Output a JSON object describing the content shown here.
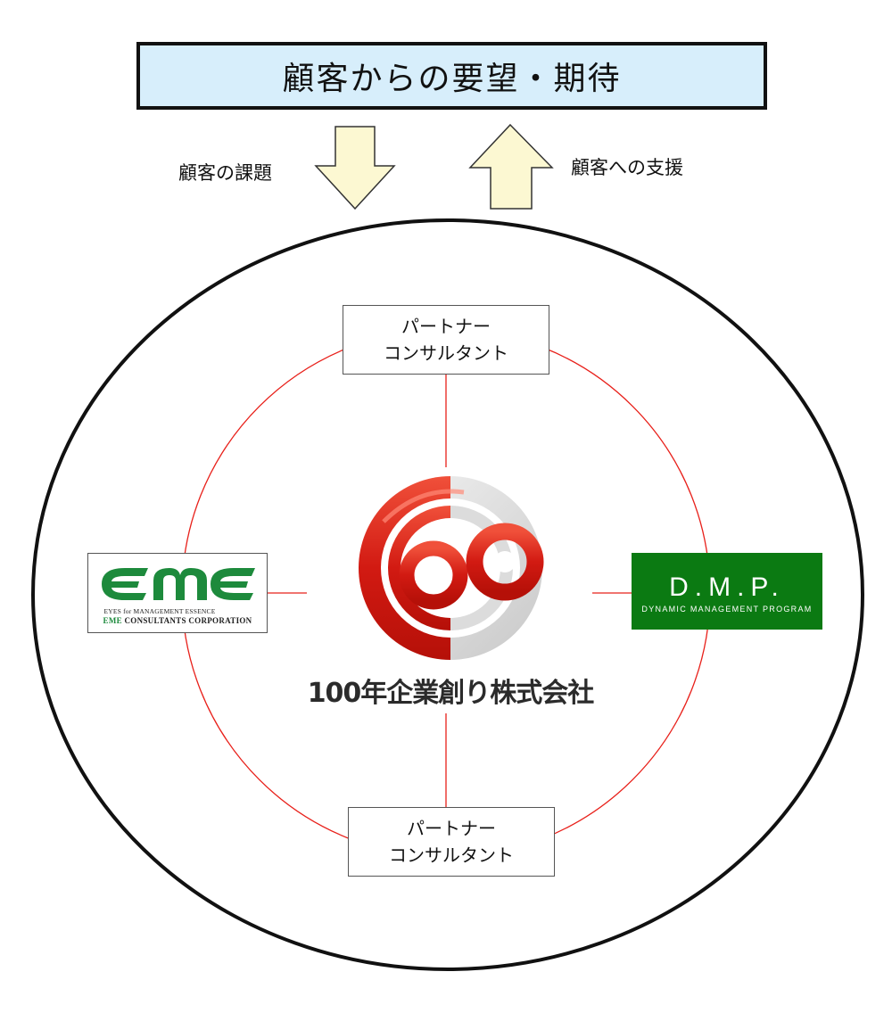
{
  "header": {
    "title": "顧客からの要望・期待"
  },
  "arrows": {
    "down_label": "顧客の課題",
    "up_label": "顧客への支援",
    "color": "#fcf8d2"
  },
  "partner_top": {
    "line1": "パートナー",
    "line2": "コンサルタント"
  },
  "partner_bottom": {
    "line1": "パートナー",
    "line2": "コンサルタント"
  },
  "eme": {
    "logo_text": "EME",
    "tagline": "EYES for MANAGEMENT ESSENCE",
    "company_prefix": "EME",
    "company_rest": " CONSULTANTS CORPORATION",
    "color": "#1d8a3c"
  },
  "dmp": {
    "title": "D.M.P.",
    "subtitle": "DYNAMIC MANAGEMENT PROGRAM",
    "color": "#0b7a12"
  },
  "center": {
    "company_name": "100年企業創り株式会社",
    "logo_colors": [
      "#d62418",
      "#e8e8e8"
    ]
  },
  "connector_color": "#e8201a"
}
